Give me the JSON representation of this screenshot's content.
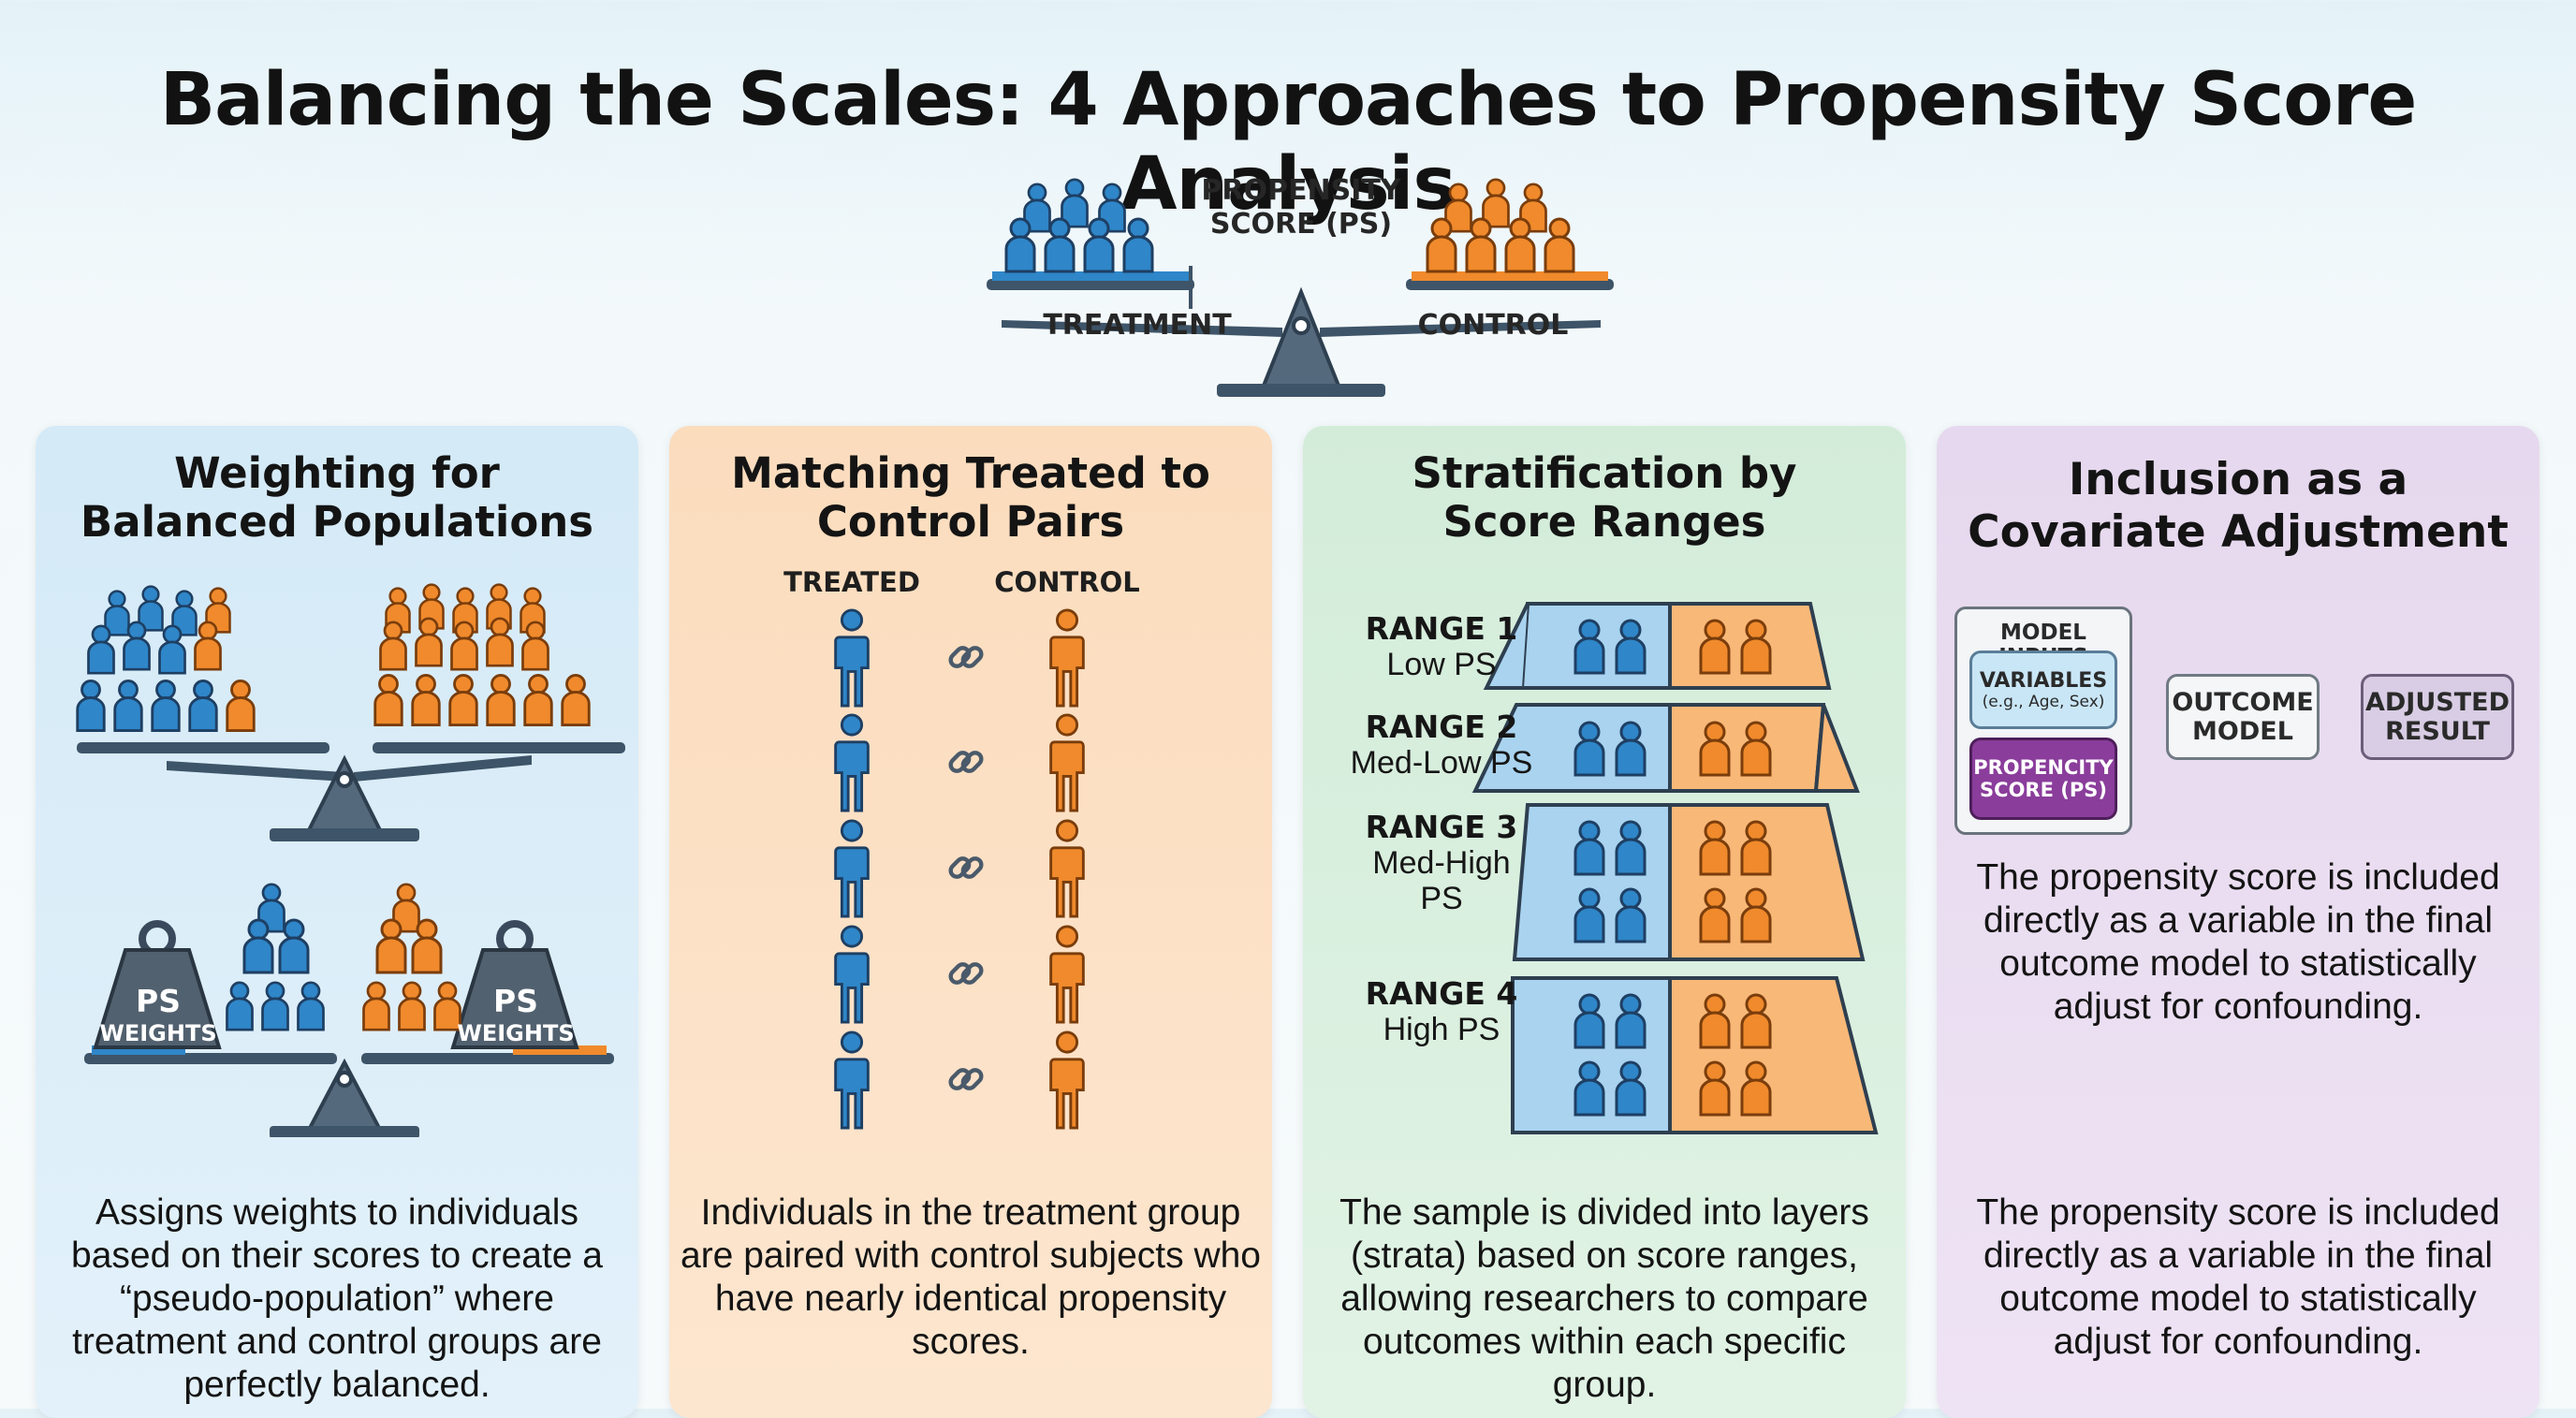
{
  "title": "Balancing the Scales: 4 Approaches to Propensity Score Analysis",
  "hero": {
    "ps_label_line1": "PROPENSITY",
    "ps_label_line2": "SCORE (PS)",
    "treatment_label": "TREATMENT",
    "control_label": "CONTROL"
  },
  "panels": [
    {
      "title_line1": "Weighting for",
      "title_line2": "Balanced Populations",
      "weight_line1": "PS",
      "weight_line2": "WEIGHTS",
      "description": "Assigns weights to individuals based on their scores to create a “pseudo-population” where treatment and control groups are perfectly balanced."
    },
    {
      "title_line1": "Matching Treated to",
      "title_line2": "Control Pairs",
      "treated_label": "TREATED",
      "control_label": "CONTROL",
      "description": "Individuals in the treatment group are paired with control subjects who have nearly identical propensity scores."
    },
    {
      "title_line1": "Stratification by",
      "title_line2": "Score Ranges",
      "ranges": [
        {
          "name": "RANGE 1",
          "sub": "Low PS"
        },
        {
          "name": "RANGE 2",
          "sub": "Med-Low PS"
        },
        {
          "name": "RANGE 3",
          "sub": "Med-High PS"
        },
        {
          "name": "RANGE 4",
          "sub": "High PS"
        }
      ],
      "description": "The sample is divided into layers (strata) based on score ranges, allowing researchers to compare outcomes within each specific group."
    },
    {
      "title_line1": "Inclusion as a",
      "title_line2": "Covariate Adjustment",
      "model_inputs": "MODEL INPUTS",
      "variables_line1": "VARIABLES",
      "variables_line2": "(e.g., Age, Sex)",
      "propencity_line1": "PROPENCITY",
      "propencity_line2": "SCORE (PS)",
      "outcome_line1": "OUTCOME",
      "outcome_line2": "MODEL",
      "adjusted_line1": "ADJUSTED",
      "adjusted_line2": "RESULT",
      "description_upper": "The propensity score is included directly as a variable in the final outcome model to statistically adjust for confounding.",
      "description": "The propensity score is included directly as a variable in the final outcome model to statistically adjust for confounding."
    }
  ],
  "colors": {
    "treatment": "#2f86c8",
    "control": "#f08a2c",
    "scale": "#3e5468",
    "propencity_box": "#8a3d9b"
  }
}
